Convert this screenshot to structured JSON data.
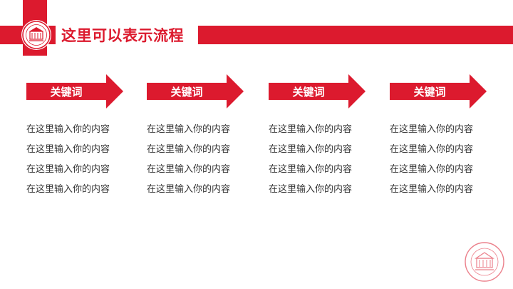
{
  "title": "这里可以表示流程",
  "steps": [
    {
      "label": "关键词",
      "text": "在这里输入你的内容在这里输入你的内容在这里输入你的内容在这里输入你的内容"
    },
    {
      "label": "关键词",
      "text": "在这里输入你的内容在这里输入你的内容在这里输入你的内容在这里输入你的内容"
    },
    {
      "label": "关键词",
      "text": "在这里输入你的内容在这里输入你的内容在这里输入你的内容在这里输入你的内容"
    },
    {
      "label": "关键词",
      "text": "在这里输入你的内容在这里输入你的内容在这里输入你的内容在这里输入你的内容"
    }
  ],
  "colors": {
    "accent": "#dc1a2e",
    "text": "#333333"
  },
  "icons": {
    "logo": "university-seal-icon",
    "corner": "university-seal-watermark-icon"
  }
}
